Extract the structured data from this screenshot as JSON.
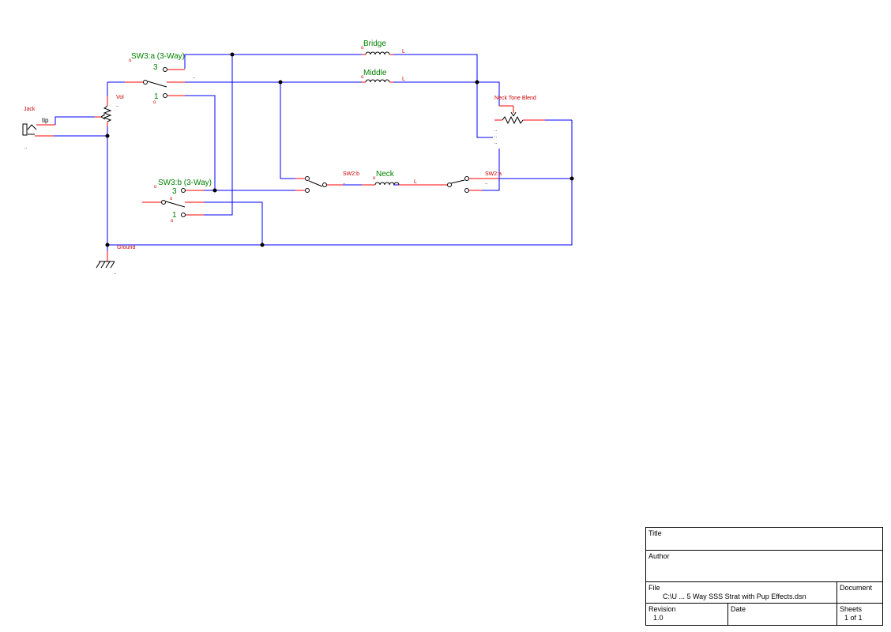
{
  "colors": {
    "wire": "#0000ff",
    "pin_lead": "#ff0000",
    "reference_text": "#cc0000",
    "value_text": "#008000",
    "symbol": "#000000"
  },
  "schematic": {
    "jack": {
      "ref": "Jack",
      "net": "tip"
    },
    "volume_pot": {
      "ref": "Vol"
    },
    "sw3a": {
      "ref": "SW3:a (3-Way)",
      "pin3": "3",
      "pin1": "1"
    },
    "sw3b": {
      "ref": "SW3:b (3-Way)",
      "pin3": "3",
      "pin1": "1"
    },
    "bridge_pickup": {
      "name": "Bridge",
      "pin": "L"
    },
    "middle_pickup": {
      "name": "Middle",
      "pin": "L"
    },
    "neck_pickup": {
      "name": "Neck",
      "pin": "L"
    },
    "tone_pot": {
      "ref": "Neck Tone Blend"
    },
    "sw2b": {
      "ref": "SW2:b"
    },
    "sw2a": {
      "ref": "SW2:a"
    },
    "ground": {
      "ref": "Ground"
    },
    "placeholder": "..",
    "pin_marker": "o"
  },
  "title_block": {
    "title_label": "Title",
    "title_value": "",
    "author_label": "Author",
    "author_value": "",
    "file_label": "File",
    "file_value": "C:\\U ... 5 Way SSS Strat with Pup Effects.dsn",
    "document_label": "Document",
    "document_value": "",
    "revision_label": "Revision",
    "revision_value": "1.0",
    "date_label": "Date",
    "date_value": "",
    "sheets_label": "Sheets",
    "sheets_value": "1 of 1"
  }
}
